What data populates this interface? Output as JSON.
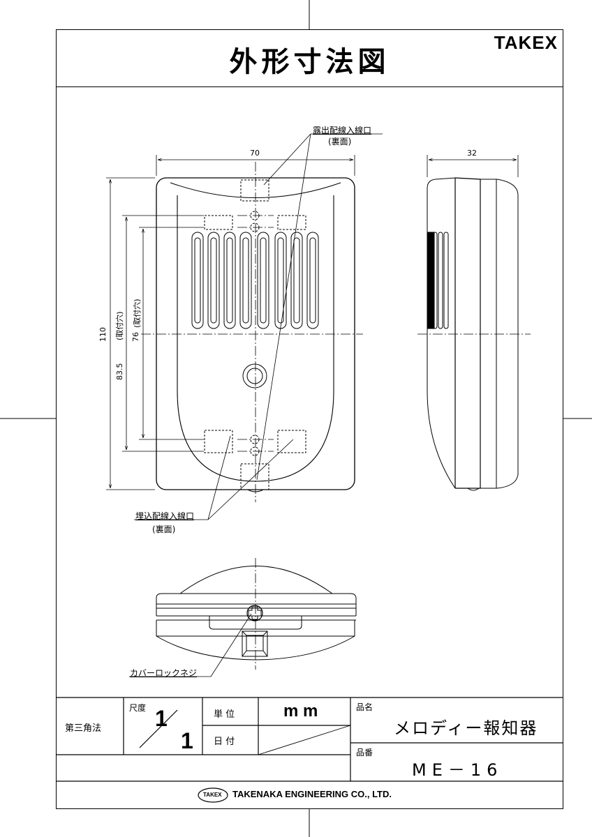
{
  "header": {
    "title": "外形寸法図",
    "brand": "TAKEX"
  },
  "drawing": {
    "dim_width_front": "70",
    "dim_width_side": "32",
    "dim_height_total": "110",
    "dim_height_total_note": "(取付穴)",
    "dim_mount_outer": "83.5",
    "dim_mount_inner": "76",
    "dim_mount_inner_note": "(取付穴)",
    "callout_exposed": "露出配線入線口",
    "callout_exposed_sub": "(裏面)",
    "callout_embedded": "埋込配線入線口",
    "callout_embedded_sub": "(裏面)",
    "callout_screw": "カバーロックネジ"
  },
  "title_block": {
    "projection": "第三角法",
    "scale_label": "尺度",
    "scale_num": "1",
    "scale_den": "1",
    "unit_label": "単 位",
    "unit_value": "m m",
    "date_label": "日 付",
    "product_name_label": "品名",
    "product_name": "メロディー報知器",
    "product_no_label": "品番",
    "product_no": "ME－16",
    "company_logo": "TAKEX",
    "company": "TAKENAKA ENGINEERING CO., LTD."
  }
}
